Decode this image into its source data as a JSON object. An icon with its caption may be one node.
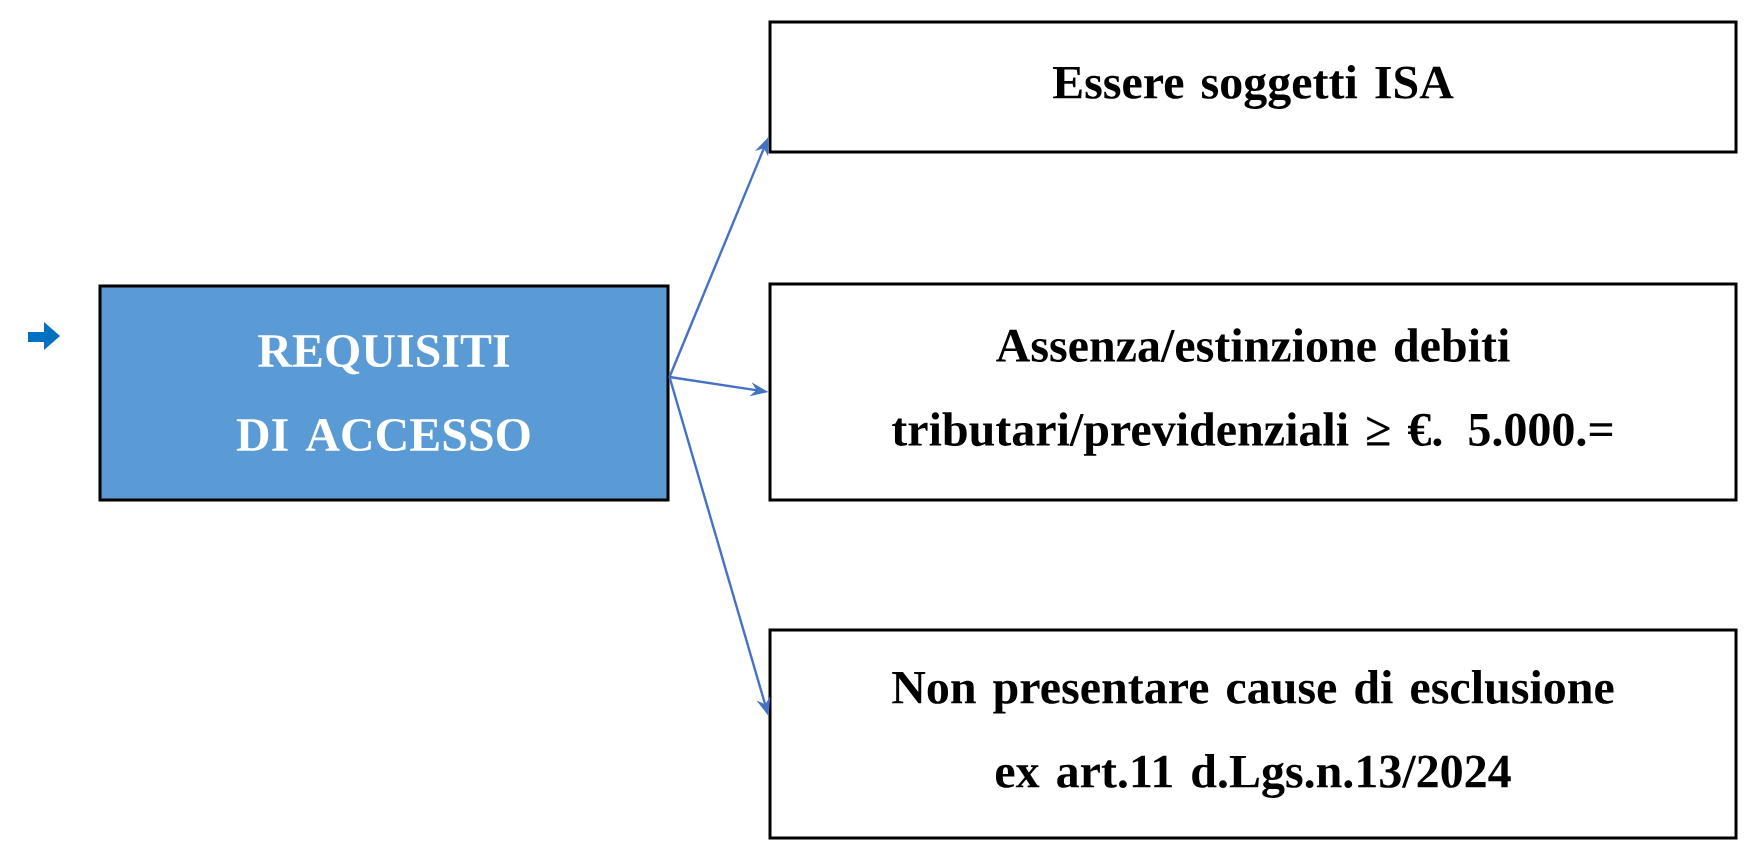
{
  "diagram": {
    "nodes": [
      {
        "text": [
          "REQUISITI DI ACCESSO"
        ]
      },
      {
        "text": [
          "Essere soggetti ISA"
        ]
      },
      {
        "text": [
          "Assenza/estinzione debiti tributari/previdenziali ≥ €. 5.000.="
        ]
      },
      {
        "text": [
          "Non presentare cause di esclusione ex art.11 d.Lgs.n.13/2024"
        ]
      }
    ],
    "edges": [
      {
        "from": 0,
        "to": 1,
        "arrow": "to"
      },
      {
        "from": 0,
        "to": 2,
        "arrow": "to"
      },
      {
        "from": 0,
        "to": 3,
        "arrow": "to"
      }
    ]
  }
}
